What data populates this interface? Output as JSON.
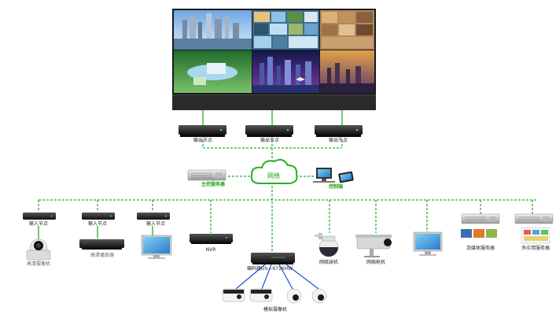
{
  "diagram": {
    "output_node_label": "输出节点",
    "network_label": "网络",
    "control_server_label": "主控服务器",
    "control_client_label": "控制端",
    "input_node_label": "输入节点",
    "hd_camera_label": "高清摄像机",
    "hd_player_label": "高清播放器",
    "nvr_label": "NVR",
    "encoder_label": "编码器DS—6716HW",
    "network_ptz_label": "网络球机",
    "network_gun_label": "网络枪机",
    "streaming_server_label": "流媒体服务器",
    "multi_server_label": "多应用服务器",
    "analog_camera_label": "模拟摄像机"
  },
  "colors": {
    "link_green": "#22b322",
    "link_blue": "#1b4fd8",
    "label_green": "#18a818"
  }
}
